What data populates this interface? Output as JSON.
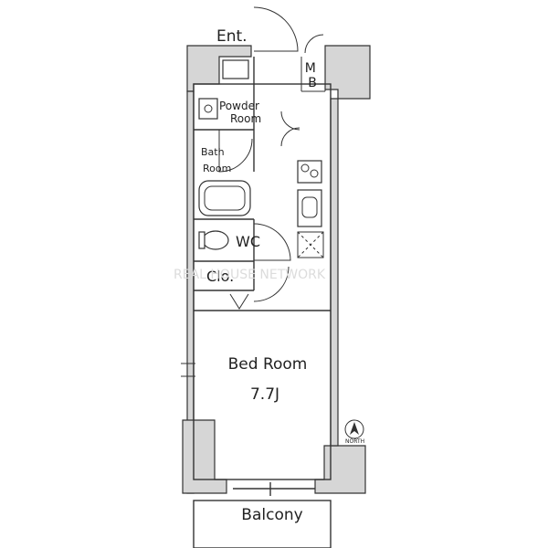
{
  "rooms": {
    "entrance": "Ent.",
    "meter_box": "MB",
    "powder_room": [
      "Powder",
      "Room"
    ],
    "bath_room": [
      "Bath",
      "Room"
    ],
    "wc": "WC",
    "closet": "Clo.",
    "bed_room": "Bed Room",
    "bed_room_size": "7.7J",
    "balcony": "Balcony"
  },
  "watermark": "REAL HOUSE NETWORK",
  "compass": {
    "label": "NORTH",
    "icon": "compass-icon"
  }
}
